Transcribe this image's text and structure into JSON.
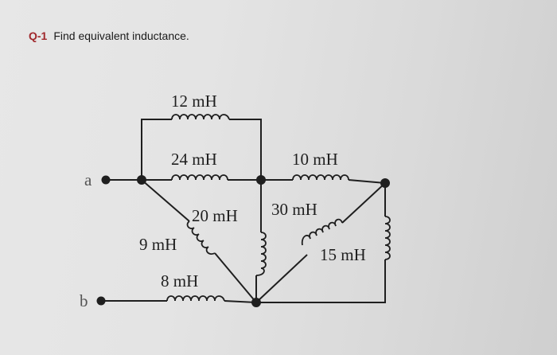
{
  "question": {
    "number": "Q-1",
    "text": "Find equivalent inductance."
  },
  "terminals": {
    "a": "a",
    "b": "b"
  },
  "inductors": {
    "l12": "12 mH",
    "l24": "24 mH",
    "l10": "10 mH",
    "l20": "20 mH",
    "l30": "30 mH",
    "l9": "9 mH",
    "l15": "15 mH",
    "l8": "8 mH"
  }
}
